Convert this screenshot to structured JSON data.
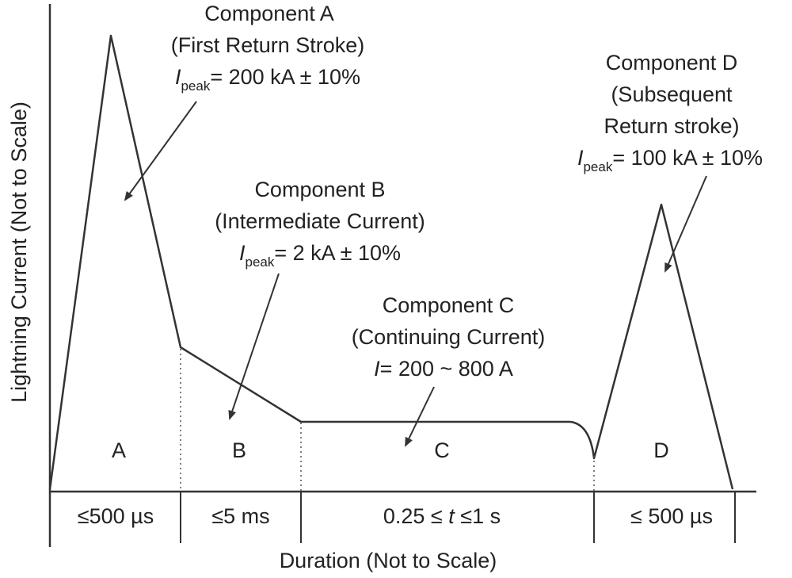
{
  "axes": {
    "x_label": "Duration (Not to Scale)",
    "y_label": "Lightning Current (Not to Scale)"
  },
  "components": {
    "a": {
      "title": "Component A",
      "subtitle": "(First Return Stroke)",
      "current_symbol": "I",
      "current_subscript": "peak",
      "current_value": "= 200 kA ± 10%",
      "region_letter": "A",
      "duration": "≤500 µs"
    },
    "b": {
      "title": "Component B",
      "subtitle": "(Intermediate Current)",
      "current_symbol": "I",
      "current_subscript": "peak",
      "current_value": "= 2 kA ± 10%",
      "region_letter": "B",
      "duration": "≤5 ms"
    },
    "c": {
      "title": "Component C",
      "subtitle": "(Continuing Current)",
      "current_symbol": "I",
      "current_value": "= 200 ~ 800 A",
      "region_letter": "C",
      "duration_pre": "0.25 ≤ ",
      "duration_var": "t",
      "duration_post": " ≤1 s"
    },
    "d": {
      "title": "Component D",
      "subtitle_1": "(Subsequent",
      "subtitle_2": "Return stroke)",
      "current_symbol": "I",
      "current_subscript": "peak",
      "current_value": "= 100 kA ± 10%",
      "region_letter": "D",
      "duration": "≤ 500 µs"
    }
  },
  "colors": {
    "line": "#333333",
    "text": "#222222"
  }
}
